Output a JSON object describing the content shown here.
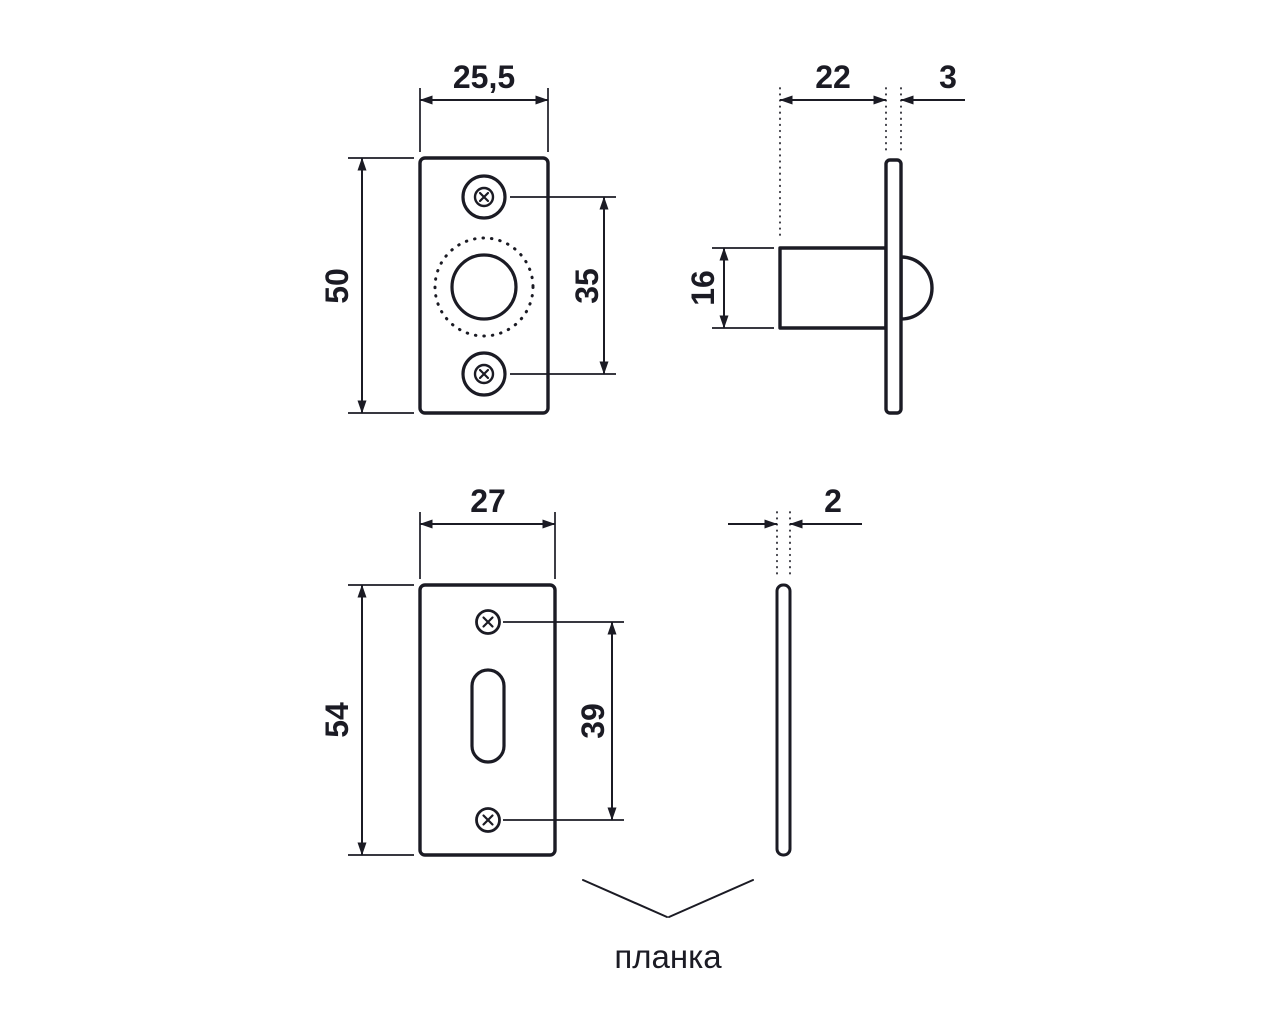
{
  "caption": "планка",
  "colors": {
    "line": "#1b1b24",
    "background": "#ffffff"
  },
  "views": {
    "front": {
      "width": "25,5",
      "height": "50",
      "hole_spacing": "35"
    },
    "side": {
      "depth": "22",
      "thickness": "3",
      "barrel_height": "16"
    },
    "strike_front": {
      "width": "27",
      "height": "54",
      "hole_spacing": "39"
    },
    "strike_side": {
      "thickness": "2"
    }
  }
}
